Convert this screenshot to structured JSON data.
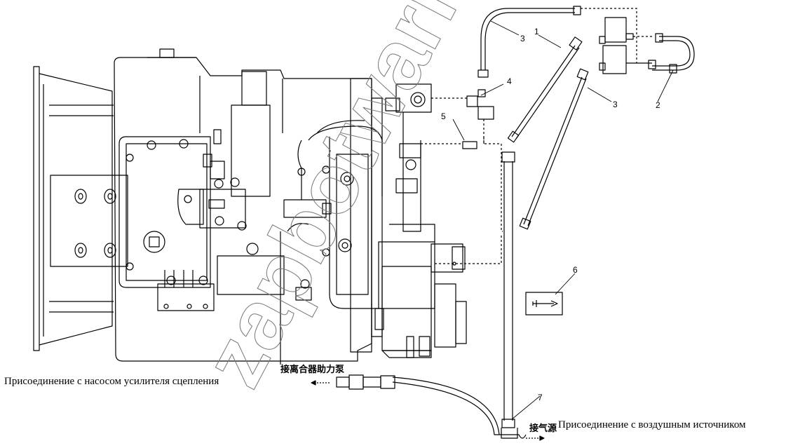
{
  "callouts": [
    "1",
    "2",
    "3",
    "3",
    "4",
    "5",
    "6",
    "7"
  ],
  "labels": {
    "clutch_cn": "接离合器助力泵",
    "clutch_ru": "Присоединение с насосом усилителя сцепления",
    "air_cn": "接气源",
    "air_ru": "Присоединение с воздушным источником"
  },
  "watermark": "zapbotwarm.ru"
}
